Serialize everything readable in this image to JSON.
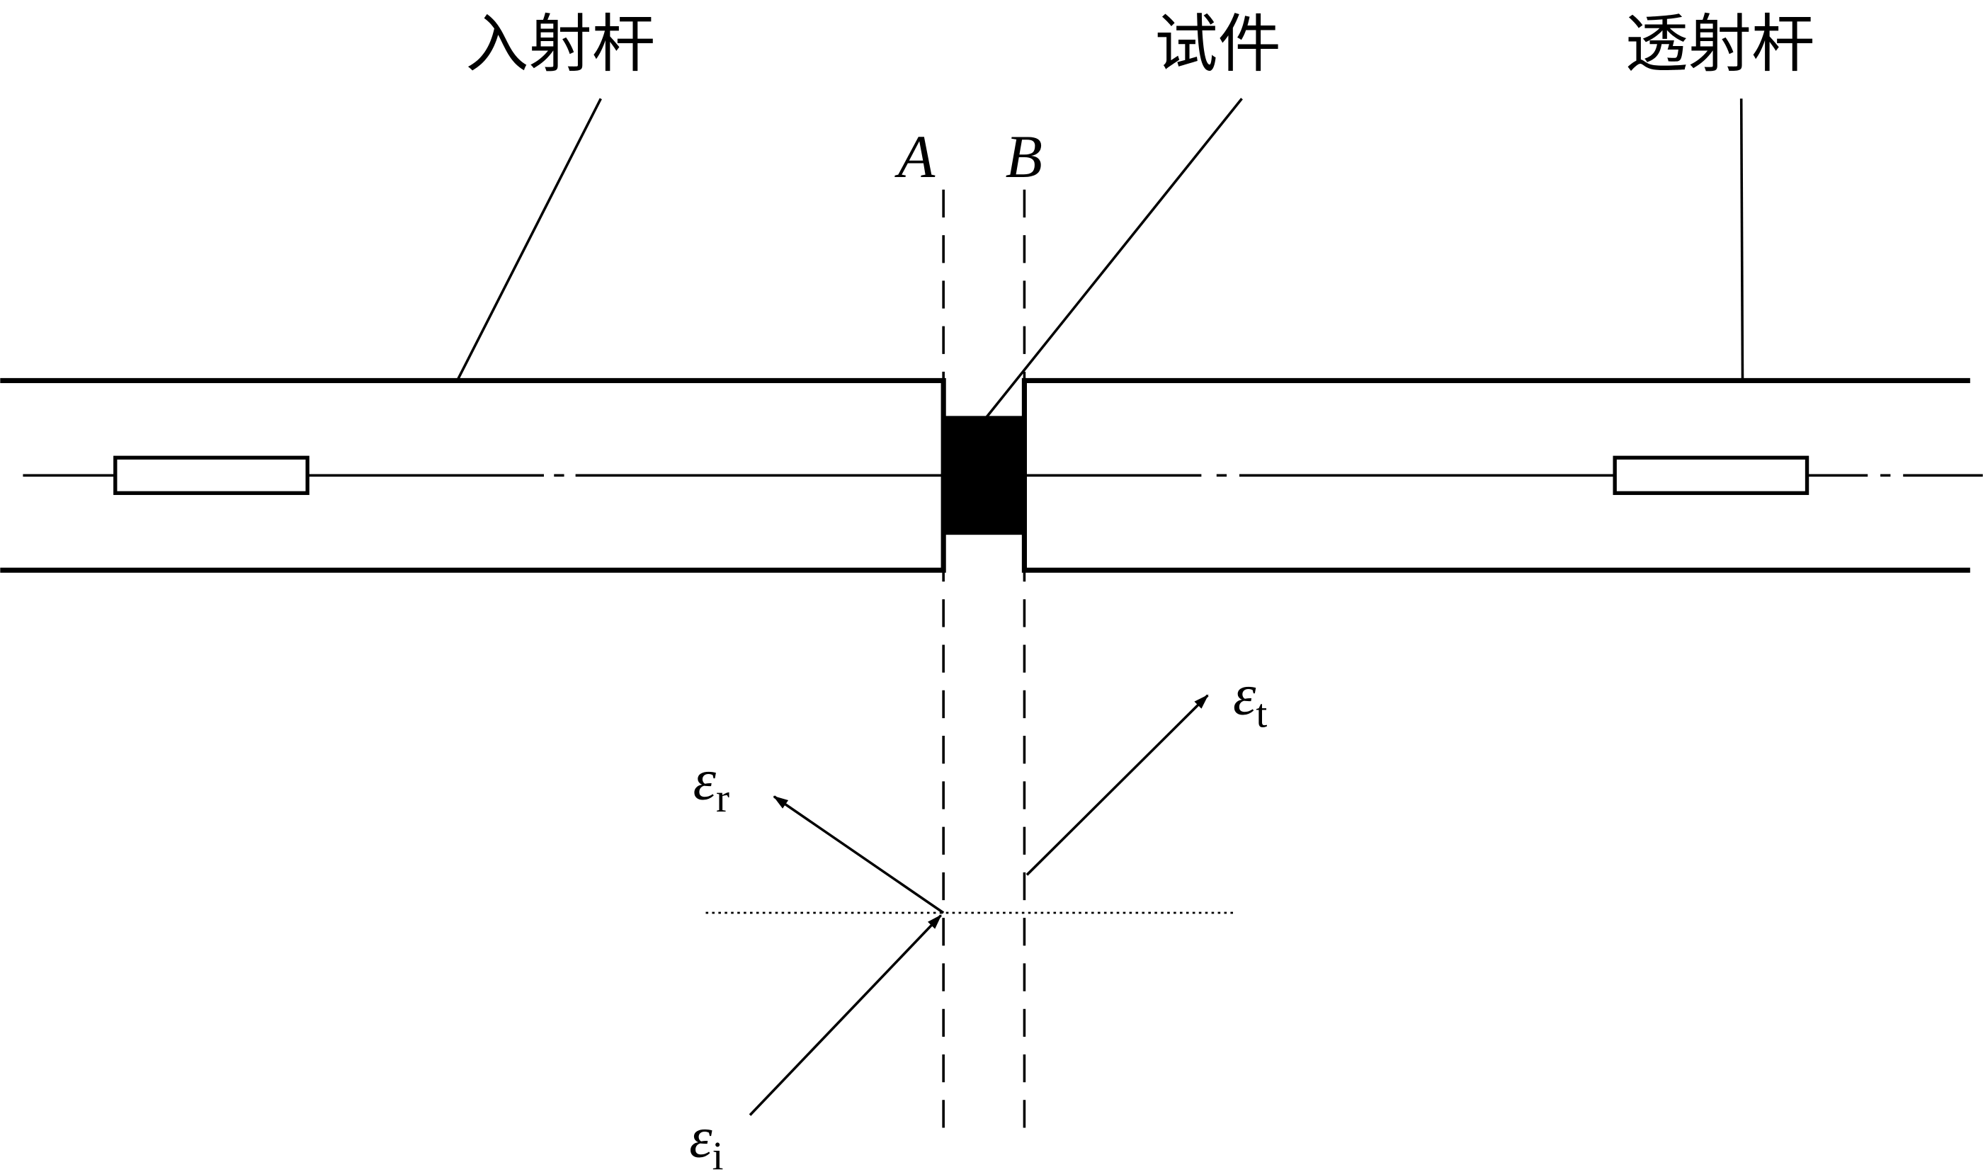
{
  "labels": {
    "incident_bar": "入射杆",
    "specimen": "试件",
    "transmitted_bar": "透射杆",
    "interface_a": "A",
    "interface_b": "B"
  },
  "strains": {
    "reflected": {
      "symbol": "ε",
      "subscript": "r"
    },
    "transmitted": {
      "symbol": "ε",
      "subscript": "t"
    },
    "incident": {
      "symbol": "ε",
      "subscript": "i"
    }
  }
}
